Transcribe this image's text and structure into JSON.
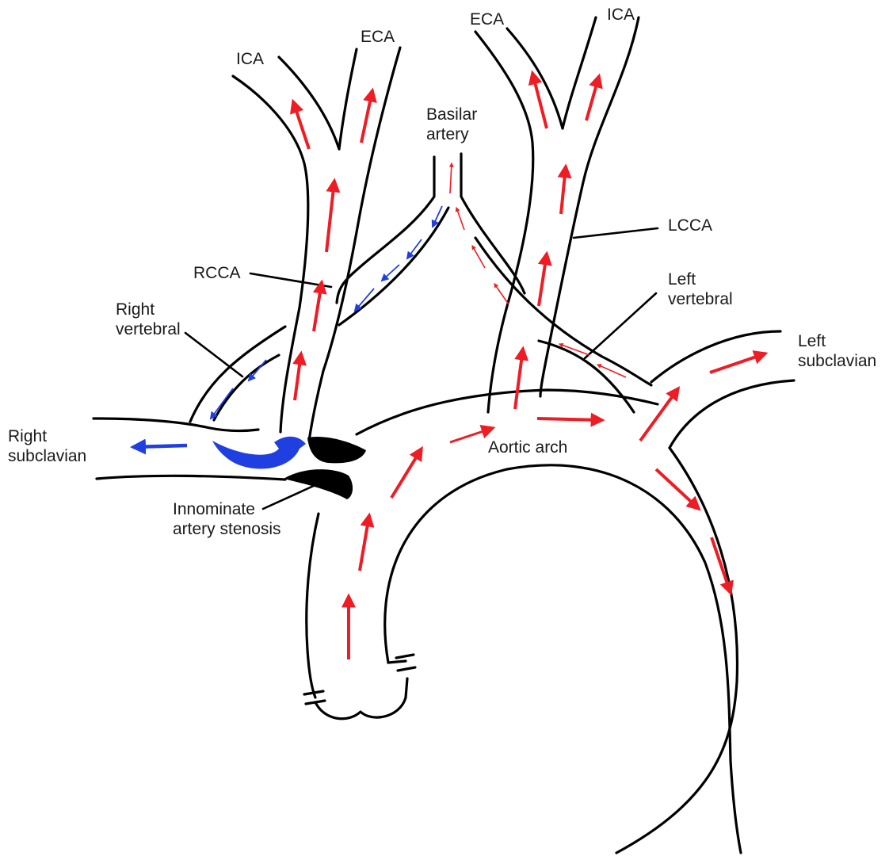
{
  "colors": {
    "normal_flow": "#ee1c24",
    "reversed_flow": "#1f3fe0",
    "vessel_outline": "#000000",
    "stenosis": "#000000"
  },
  "labels": {
    "ica_right": "ICA",
    "eca_right": "ECA",
    "eca_left": "ECA",
    "ica_left": "ICA",
    "basilar": "Basilar\nartery",
    "lcca": "LCCA",
    "rcca": "RCCA",
    "left_vertebral": "Left\nvertebral",
    "right_vertebral": "Right\nvertebral",
    "left_subclavian": "Left\nsubclavian",
    "right_subclavian": "Right\nsubclavian",
    "aortic_arch": "Aortic arch",
    "innominate_stenosis": "Innominate\nartery stenosis"
  },
  "icons": {
    "stenosis": "plaque-icon",
    "flow_arrow": "arrow-icon"
  }
}
